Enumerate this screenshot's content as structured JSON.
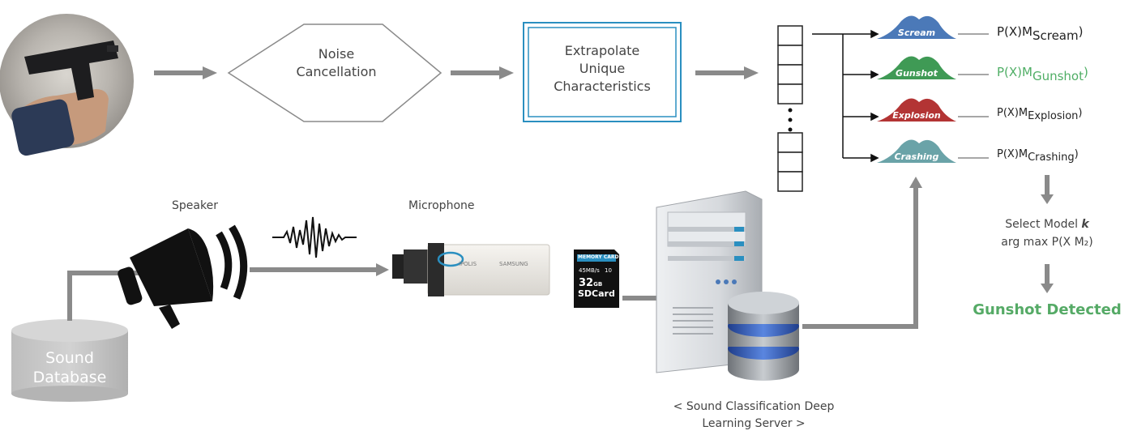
{
  "pipeline": {
    "noise_label_1": "Noise",
    "noise_label_2": "Cancellation",
    "extract_label_1": "Extrapolate",
    "extract_label_2": "Unique",
    "extract_label_3": "Characteristics"
  },
  "models": [
    {
      "name": "Scream",
      "prob_prefix": "P(X)M",
      "prob_sub": "Scream",
      "prob_suffix": ")",
      "color": "#4b79b8"
    },
    {
      "name": "Gunshot",
      "prob_prefix": "P(X)M",
      "prob_sub": "Gunshot",
      "prob_suffix": ")",
      "color": "#3f9a55"
    },
    {
      "name": "Explosion",
      "prob_prefix": "P(X)M",
      "prob_sub": "Explosion",
      "prob_suffix": ")",
      "color": "#b33434"
    },
    {
      "name": "Crashing",
      "prob_prefix": "P(X)M",
      "prob_sub": "Crashing",
      "prob_suffix": ")",
      "color": "#6aa3a8"
    }
  ],
  "select": {
    "line1_prefix": "Select Model ",
    "line1_k": "k",
    "line2": "arg max P(X M₂)"
  },
  "result": "Gunshot Detected",
  "devices": {
    "speaker": "Speaker",
    "microphone": "Microphone",
    "db_line1": "Sound",
    "db_line2": "Database",
    "camera_brand": "SAMSUNG",
    "camera_model": "iPOLIS",
    "sd_top": "MEMORY CARD",
    "sd_speed": "45MB/s",
    "sd_class": "10",
    "sd_cap": "32",
    "sd_unit": "GB",
    "sd_name": "SDCard"
  },
  "server": {
    "caption_1": "< Sound Classification Deep",
    "caption_2": "Learning Server >"
  },
  "colors": {
    "arrow_gray": "#8a8a8a",
    "accent_blue": "#2a8fc0",
    "result_green": "#55aa66"
  }
}
